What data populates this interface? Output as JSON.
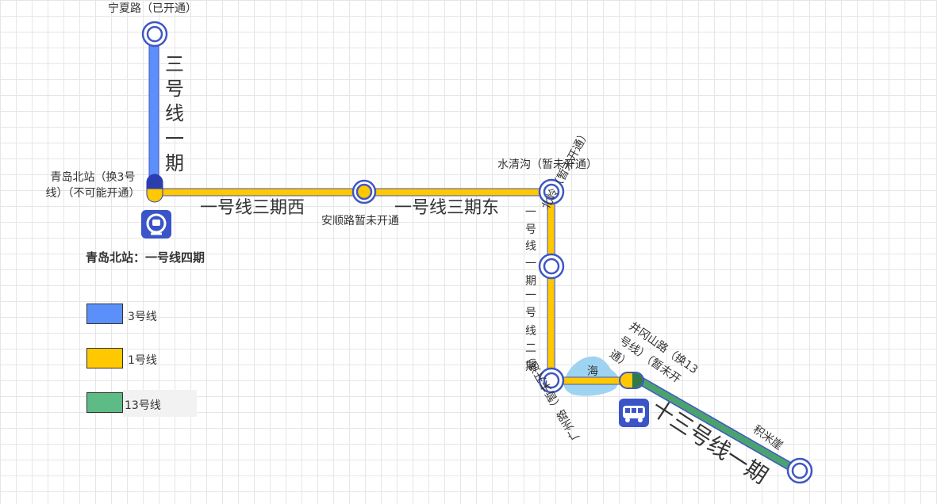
{
  "stations": {
    "ningxia": "宁夏路（已开通）",
    "qingdao_north": "青岛北站（换3号线）（不可能开通）",
    "anshun": "安顺路暂未开通",
    "shuiqinggou": "水清沟（暂未开通）",
    "beiling": "北岭（暂未开通）",
    "guangzhou": "广州路（暂未开通）",
    "jinggangshan": "井冈山路（换13号线）（暂未开通）",
    "jimi": "积米崖"
  },
  "lines": {
    "l3_phase1": "三号线一期",
    "l1_phase3_west": "一号线三期西",
    "l1_phase3_east": "一号线三期东",
    "l1_phase1": "一号线一期",
    "l1_phase2": "一号线二期",
    "l13_phase1": "十三号线一期"
  },
  "notes": {
    "qingdao_north_note": "青岛北站：一号线四期",
    "sea": "海"
  },
  "legend": [
    {
      "label": "3号线",
      "color": "#5b8ff9"
    },
    {
      "label": "1号线",
      "color": "#ffc800"
    },
    {
      "label": "13号线",
      "color": "#5dbb85"
    }
  ],
  "icons": {
    "railway": "railway-station-icon",
    "bus": "bus-icon"
  },
  "colors": {
    "line3": "#5b8ff9",
    "line1": "#ffc800",
    "line13": "#4aa36f",
    "station_ring": "#3f57c4",
    "sea": "#9fd3f2"
  }
}
